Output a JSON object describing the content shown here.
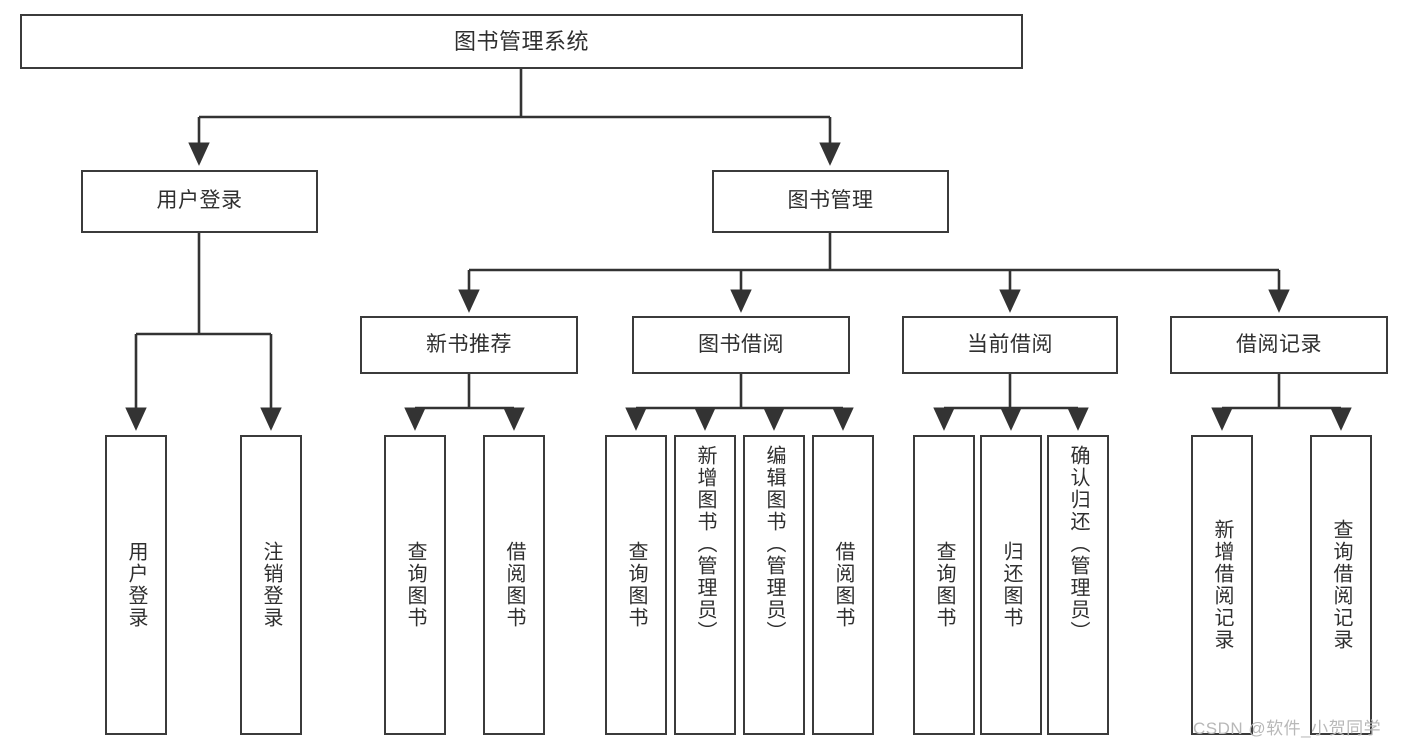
{
  "diagram": {
    "title": "图书管理系统",
    "type": "功能结构图",
    "watermark": "CSDN @软件_小贺同学",
    "colors": {
      "box_border": "#3b3b3b",
      "box_fill": "#ffffff",
      "connector": "#333333",
      "text": "#2f2f2f",
      "watermark": "#b8b8b8",
      "background": "#ffffff"
    }
  },
  "nodes": {
    "root": {
      "label": "图书管理系统"
    },
    "tier2": [
      {
        "label": "用户登录"
      },
      {
        "label": "图书管理"
      }
    ],
    "tier3": [
      {
        "label": "新书推荐"
      },
      {
        "label": "图书借阅"
      },
      {
        "label": "当前借阅"
      },
      {
        "label": "借阅记录"
      }
    ],
    "leaves": {
      "user_login": [
        {
          "label": "用户登录"
        },
        {
          "label": "注销登录"
        }
      ],
      "new_book_recommend": [
        {
          "label": "查询图书"
        },
        {
          "label": "借阅图书"
        }
      ],
      "book_borrow": [
        {
          "label": "查询图书"
        },
        {
          "label": "新增图书（管理员）"
        },
        {
          "label": "编辑图书（管理员）"
        },
        {
          "label": "借阅图书"
        }
      ],
      "current_borrow": [
        {
          "label": "查询图书"
        },
        {
          "label": "归还图书"
        },
        {
          "label": "确认归还（管理员）"
        }
      ],
      "borrow_record": [
        {
          "label": "新增借阅记录"
        },
        {
          "label": "查询借阅记录"
        }
      ]
    }
  }
}
